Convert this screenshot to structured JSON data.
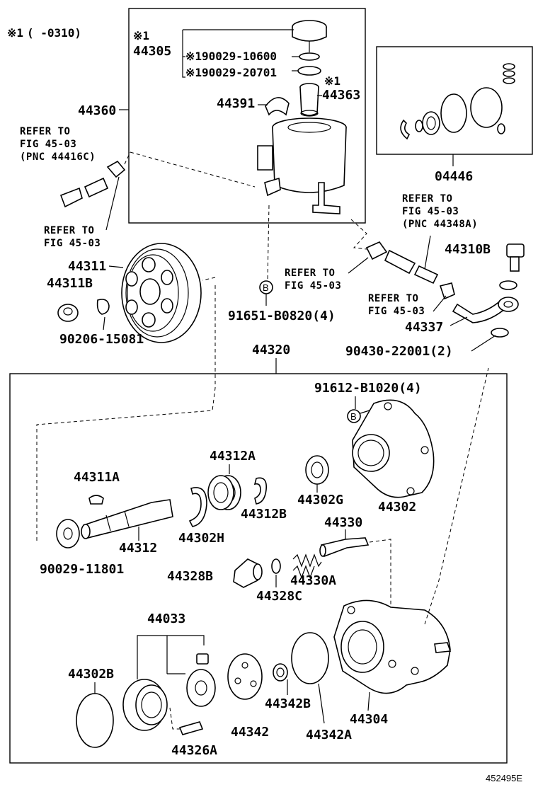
{
  "note": {
    "mark": "※1",
    "range": "( -0310)"
  },
  "sheet_id": "452495E",
  "boxes": {
    "reservoir": {
      "lead": "44360"
    },
    "seal_kit": {
      "lead": "04446"
    },
    "pump": {
      "lead": "44320"
    }
  },
  "labels": {
    "star1_top": "※1",
    "p44305": "44305",
    "p19_10600": "※190029-10600",
    "p19_20701": "※190029-20701",
    "star1_mid": "※1",
    "p44363": "44363",
    "p44391": "44391",
    "p44360": "44360",
    "p04446": "04446",
    "p44310B": "44310B",
    "p44311": "44311",
    "p44311B": "44311B",
    "p90206": "90206-15081",
    "p91651": "91651-B0820(4)",
    "p44337": "44337",
    "p90430": "90430-22001(2)",
    "p44320": "44320",
    "p91612": "91612-B1020(4)",
    "p44312A": "44312A",
    "p44311A": "44311A",
    "p44302G": "44302G",
    "p44302": "44302",
    "p44312B": "44312B",
    "p44330": "44330",
    "p44312": "44312",
    "p44302H": "44302H",
    "p90029": "90029-11801",
    "p44328B": "44328B",
    "p44330A": "44330A",
    "p44328C": "44328C",
    "p44033": "44033",
    "p44302B": "44302B",
    "p44342B": "44342B",
    "p44304": "44304",
    "p44342": "44342",
    "p44342A": "44342A",
    "p44326A": "44326A"
  },
  "refs": {
    "r1": [
      "REFER TO",
      "FIG 45-03",
      "(PNC 44416C)"
    ],
    "r2": [
      "REFER TO",
      "FIG 45-03"
    ],
    "r3": [
      "REFER TO",
      "FIG 45-03",
      "(PNC 44348A)"
    ],
    "r4": [
      "REFER TO",
      "FIG 45-03"
    ],
    "r5": [
      "REFER TO",
      "FIG 45-03"
    ]
  },
  "markers": {
    "b1": "B",
    "b2": "B"
  }
}
